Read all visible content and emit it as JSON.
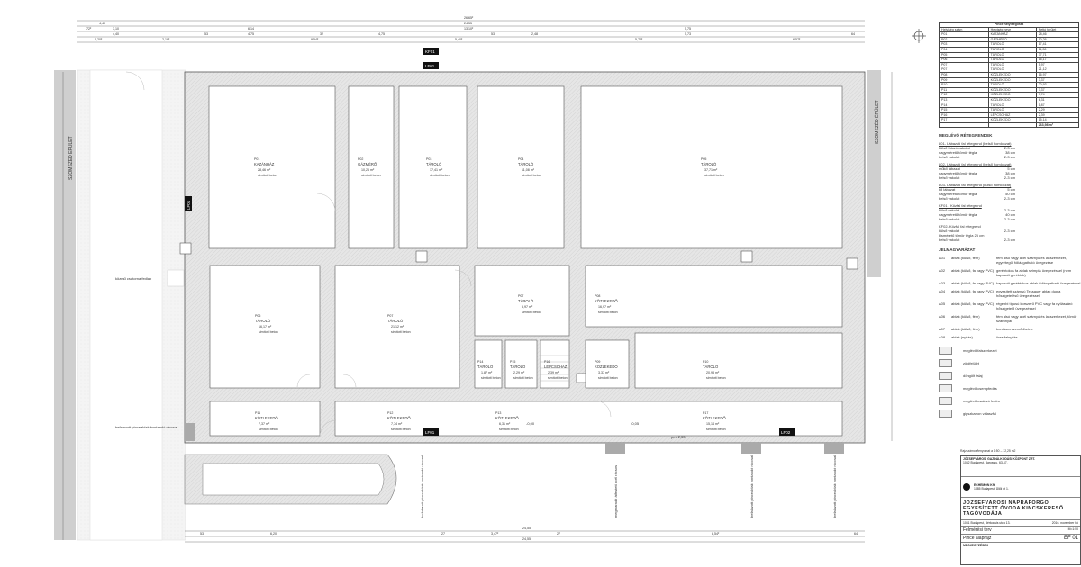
{
  "plan": {
    "neighbor_left": "SZOMSZÉD ÉPÜLET",
    "neighbor_right": "SZOMSZÉD ÉPÜLET",
    "note_manhole": "közmű csatorna fedlap",
    "note_window_left": "befalazott pinceablak bontandó ráccsal",
    "bottom_notes": [
      "befalazott pinceablak bontandó ráccsal",
      "megmaradó átfestett acél rácsos",
      "befalazott pinceablak bontandó ráccsal",
      "befalazott pinceablak bontandó ráccsal"
    ],
    "tags": [
      "KF01",
      "LF01",
      "LF01",
      "LF01",
      "LF02"
    ],
    "dimensions_top": [
      "26,65²",
      "4,40",
      "24,55",
      "72²",
      "3,10",
      "6,14",
      "13,10²",
      "5,75",
      "4,40",
      "53",
      "4,75",
      "32",
      "4,75",
      "53",
      "2,48",
      "5,73",
      "64",
      "2,20²",
      "2,18²",
      "9,54²",
      "5,40²",
      "5,72²",
      "6,57²"
    ],
    "dimensions_bottom": [
      "24,55",
      "53",
      "6,20",
      "27",
      "3,47²",
      "27",
      "8,54²",
      "64",
      "24,55"
    ],
    "levels": [
      "-0,00",
      "-0,05",
      "pm: 2,55"
    ],
    "rooms": [
      {
        "id": "P01",
        "name": "KAZÁNHÁZ",
        "area": "28,46 m²",
        "finish": "simított beton"
      },
      {
        "id": "P02",
        "name": "GÁZMÉRŐ",
        "area": "10,26 m²",
        "finish": "simított beton"
      },
      {
        "id": "P03",
        "name": "TÁROLÓ",
        "area": "17,41 m²",
        "finish": "simított beton"
      },
      {
        "id": "P04",
        "name": "TÁROLÓ",
        "area": "11,08 m²",
        "finish": "simított beton"
      },
      {
        "id": "P05",
        "name": "TÁROLÓ",
        "area": "37,71 m²",
        "finish": "simított beton"
      },
      {
        "id": "P06",
        "name": "TÁROLÓ",
        "area": "16,17 m²",
        "finish": "simított beton"
      },
      {
        "id": "P07",
        "name": "TÁROLÓ",
        "area": "21,12 m²",
        "finish": "simított beton"
      },
      {
        "id": "P07",
        "name": "TÁROLÓ",
        "area": "5,97 m²",
        "finish": "simított beton"
      },
      {
        "id": "P08",
        "name": "KÖZLEKEDŐ",
        "area": "16,97 m²",
        "finish": "simított beton"
      },
      {
        "id": "P09",
        "name": "KÖZLEKEDŐ",
        "area": "3,37 m²",
        "finish": "simított beton"
      },
      {
        "id": "P10",
        "name": "TÁROLÓ",
        "area": "20,93 m²",
        "finish": "simított beton"
      },
      {
        "id": "P11",
        "name": "KÖZLEKEDŐ",
        "area": "7,37 m²",
        "finish": "simított beton"
      },
      {
        "id": "P12",
        "name": "KÖZLEKEDŐ",
        "area": "7,74 m²",
        "finish": "simított beton"
      },
      {
        "id": "P13",
        "name": "KÖZLEKEDŐ",
        "area": "6,31 m²",
        "finish": "simított beton"
      },
      {
        "id": "P14",
        "name": "TÁROLÓ",
        "area": "1,87 m²",
        "finish": "simított beton"
      },
      {
        "id": "P15",
        "name": "TÁROLÓ",
        "area": "2,29 m²",
        "finish": "simított beton"
      },
      {
        "id": "P16",
        "name": "LÉPCSŐHÁZ",
        "area": "2,39 m²",
        "finish": "simított beton"
      },
      {
        "id": "P17",
        "name": "KÖZLEKEDŐ",
        "area": "15,14 m²",
        "finish": "simított beton"
      }
    ]
  },
  "room_list": {
    "title": "Pince helyiséglista",
    "headers": [
      "Helyiség szám",
      "Helyiség neve",
      "Nettó terület"
    ],
    "rows": [
      [
        "P01",
        "KAZÁNHÁZ",
        "28,46"
      ],
      [
        "P02",
        "GÁZMÉRŐ",
        "10,26"
      ],
      [
        "P03",
        "TÁROLÓ",
        "17,41"
      ],
      [
        "P04",
        "TÁROLÓ",
        "11,08"
      ],
      [
        "P05",
        "TÁROLÓ",
        "37,71"
      ],
      [
        "P06",
        "TÁROLÓ",
        "16,17"
      ],
      [
        "P07",
        "TÁROLÓ",
        "5,97"
      ],
      [
        "P07",
        "TÁROLÓ",
        "21,12"
      ],
      [
        "P08",
        "KÖZLEKEDŐ",
        "16,97"
      ],
      [
        "P09",
        "KÖZLEKEDŐ",
        "3,37"
      ],
      [
        "P10",
        "TÁROLÓ",
        "20,93"
      ],
      [
        "P11",
        "KÖZLEKEDŐ",
        "7,37"
      ],
      [
        "P12",
        "KÖZLEKEDŐ",
        "7,74"
      ],
      [
        "P13",
        "KÖZLEKEDŐ",
        "6,31"
      ],
      [
        "P14",
        "TÁROLÓ",
        "1,87"
      ],
      [
        "P15",
        "TÁROLÓ",
        "2,29"
      ],
      [
        "P16",
        "LÉPCSŐHÁZ",
        "2,39"
      ],
      [
        "P17",
        "KÖZLEKEDŐ",
        "15,14"
      ]
    ],
    "total": "263,98 m²"
  },
  "layers": {
    "title": "MEGLÉVŐ RÉTEGRENDEK",
    "groups": [
      {
        "name": "L01- Lábazati fal rétegrend (belső homlokzat)",
        "items": [
          [
            "külső látszó vakolat",
            "2-3 cm"
          ],
          [
            "nagyméretű tömör tégla",
            "38 cm"
          ],
          [
            "belső vakolat",
            "2-3 cm"
          ]
        ]
      },
      {
        "name": "L02- Lábazati fal rétegrend (belső homlokzat)",
        "items": [
          [
            "műkő lábazat",
            "5 cm"
          ],
          [
            "nagyméretű tömör tégla",
            "38 cm"
          ],
          [
            "belső vakolat",
            "2-3 cm"
          ]
        ]
      },
      {
        "name": "L03- Lábazati fal rétegrend (külső homlokzat)",
        "items": [
          [
            "kő lábazat",
            "5 cm"
          ],
          [
            "nagyméretű tömör tégla",
            "50 cm"
          ],
          [
            "belső vakolat",
            "2-3 cm"
          ]
        ]
      },
      {
        "name": "KF01 - Közfal fal rétegrend",
        "items": [
          [
            "külső vakolat",
            "2-3 cm"
          ],
          [
            "nagyméretű tömör tégla",
            "40 cm"
          ],
          [
            "belső vakolat",
            "2-3 cm"
          ]
        ]
      },
      {
        "name": "KF02- Közfal fal rétegrend",
        "items": [
          [
            "külső vakolat",
            "2-3 cm"
          ],
          [
            "kisméretű tömör tégla 25 cm",
            ""
          ],
          [
            "belső vakolat",
            "2-3 cm"
          ]
        ]
      }
    ]
  },
  "legend": {
    "title": "JELMAGYARÁZAT",
    "items": [
      [
        "A01",
        "ablak (külső, fém)",
        "fém alsó vagy acél szárnyú és lakszerkezet, egyrétegű, fóliázgatható üvegezése"
      ],
      [
        "A02",
        "ablak (külső, fa vagy PVC)",
        "gerébtokos fa ablak szimpla üvegezéssel (nem kapcsolt gerébtok)"
      ],
      [
        "A03",
        "ablak (külső, fa vagy PVC)",
        "kapcsolt gerébtokos ablak fóliázgatható üvegezéssel"
      ],
      [
        "A04",
        "ablak (külső, fa vagy PVC)",
        "egyesített szárnyú Tessauer ablak dupla hőszigetelésű üvegezéssel"
      ],
      [
        "A05",
        "ablak (külső, fa vagy PVC)",
        "régebbi típusú korszerű PVC vagy fa nyílászáró hőszigetelő üvegezéssel"
      ],
      [
        "A06",
        "ablak (külső, fém)",
        "fém alsó vagy acél szárnyú és lakszerkezet, tömör szárnnyal"
      ],
      [
        "A07",
        "ablak (külső, fém)",
        "bontásra szerződhetne"
      ],
      [
        "A08",
        "ablak (nyílás)",
        "üres falnyílás"
      ]
    ],
    "swatches": [
      "meglévő falszerkezet",
      "zöldfelület",
      "döngölt talaj",
      "meglévő csempfedés",
      "meglévő zsaluzó fedés",
      "gipszkarton válaszfal"
    ]
  },
  "title_block": {
    "scale_note": "Rajzszámos/lenyomat a 1:50 – 12,25 m2",
    "client": "JÓZSEFVÁROSI GAZDÁLKODÁSI KÖZPONT ZRT.",
    "client_address": "1082 Budapest, Baross u. 63-67.",
    "designer": "ECHEMON Kft.",
    "designer_address": "1085 Budapest, Üllői út 1.",
    "project": "JÓZSEFVÁROSI NAPRAFORGÓ EGYESÍTETT ÓVODA KINCSKERESŐ TAGÓVODÁJA",
    "address": "1081 Budapest, Bérkocsis utca 13.",
    "plan_type": "Felmérési terv",
    "sheet_name": "Pince alaprajz",
    "sheet_no": "EF 01",
    "date": "2016. november hó",
    "scale": "M=1:50",
    "notes_title": "MEGJEGYZÉSEK"
  }
}
